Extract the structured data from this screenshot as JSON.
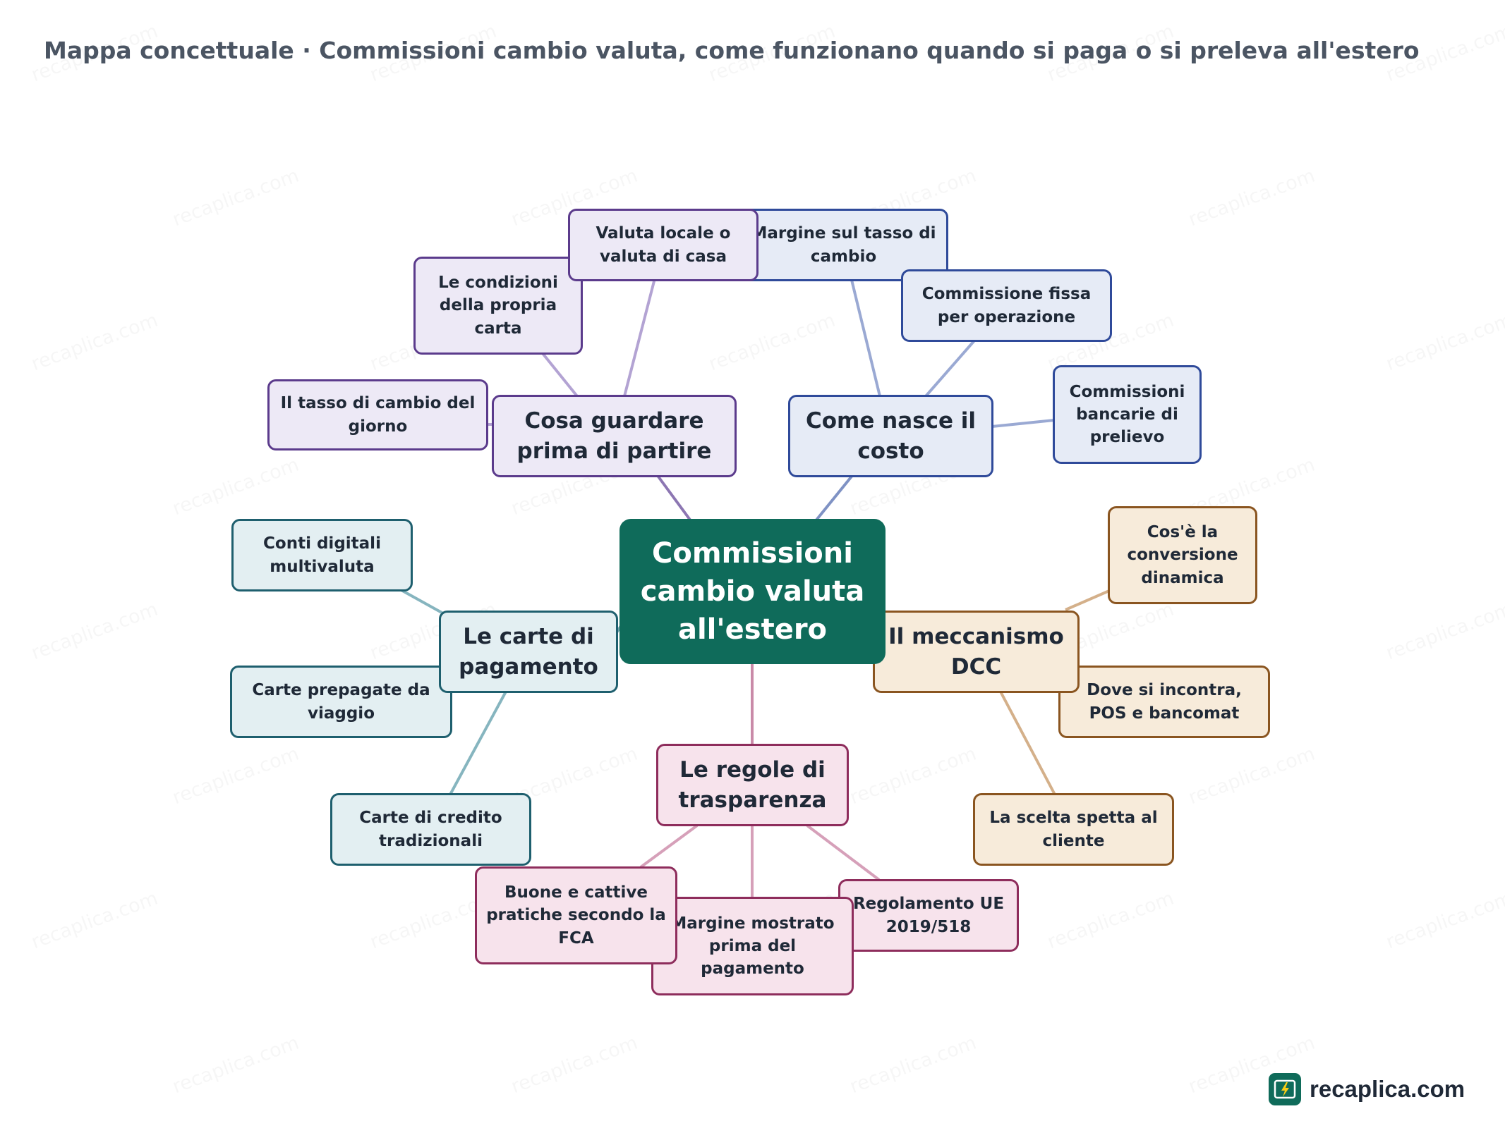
{
  "title": "Mappa concettuale · Commissioni cambio valuta, come funzionano quando si paga o si preleva all'estero",
  "watermark_text": "recaplica.com",
  "brand": {
    "name": "recaplica.com",
    "icon": "lightning-book-icon",
    "color": "#0f6b5a"
  },
  "colors": {
    "root": "#0f6b5a",
    "purple": "#5b3b8c",
    "blue": "#2f4a9a",
    "teal": "#1e5f6e",
    "orange": "#8a5520",
    "pink": "#8e2d5c"
  },
  "mindmap": {
    "root": "Commissioni cambio valuta all'estero",
    "branches": [
      {
        "label": "Cosa guardare prima di partire",
        "color": "purple",
        "children": [
          "Valuta locale o valuta di casa",
          "Le condizioni della propria carta",
          "Il tasso di cambio del giorno"
        ]
      },
      {
        "label": "Come nasce il costo",
        "color": "blue",
        "children": [
          "Margine sul tasso di cambio",
          "Commissione fissa per operazione",
          "Commissioni bancarie di prelievo"
        ]
      },
      {
        "label": "Le carte di pagamento",
        "color": "teal",
        "children": [
          "Conti digitali multivaluta",
          "Carte prepagate da viaggio",
          "Carte di credito tradizionali"
        ]
      },
      {
        "label": "Il meccanismo DCC",
        "color": "orange",
        "children": [
          "Cos'è la conversione dinamica",
          "Dove si incontra, POS e bancomat",
          "La scelta spetta al cliente"
        ]
      },
      {
        "label": "Le regole di trasparenza",
        "color": "pink",
        "children": [
          "Buone e cattive pratiche secondo la FCA",
          "Margine mostrato prima del pagamento",
          "Regolamento UE 2019/518"
        ]
      }
    ]
  }
}
